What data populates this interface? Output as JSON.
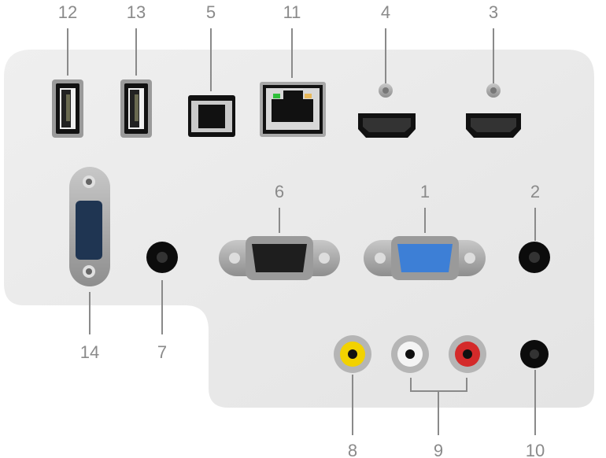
{
  "title": "Projector rear panel connectors",
  "labels": {
    "usb_a_1": "12",
    "usb_a_2": "13",
    "usb_b": "5",
    "lan": "11",
    "hdmi_1": "4",
    "hdmi_2": "3",
    "vga_out": "6",
    "vga_in": "1",
    "audio_jack_right": "2",
    "serial": "14",
    "audio_jack_left": "7",
    "video_rca": "8",
    "audio_rca": "9",
    "audio_jack_bottom": "10"
  },
  "colors": {
    "panel": "#ebebeb",
    "label": "#8a8a8a",
    "vga_in": "#3d7fd6",
    "rca_video": "#f2d200",
    "rca_left": "#f4f4f4",
    "rca_right": "#d42a2a",
    "lan_led_green": "#2fbf3a",
    "lan_led_amber": "#e8b85a"
  }
}
